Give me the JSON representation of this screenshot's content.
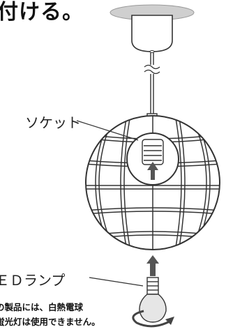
{
  "heading": "付ける。",
  "labels": {
    "socket": "ソケット",
    "led_lamp": "ＥＤランプ"
  },
  "note": {
    "line1": "の製品には、白熱電球",
    "line2": "蛍光灯は使用できません。"
  },
  "colors": {
    "ceiling": "#cfcfcf",
    "line": "#333333",
    "arrow": "#555555",
    "lamp_glass": "#e6e6e6"
  },
  "icons": {
    "rotate": "rotate-arrow-icon"
  }
}
